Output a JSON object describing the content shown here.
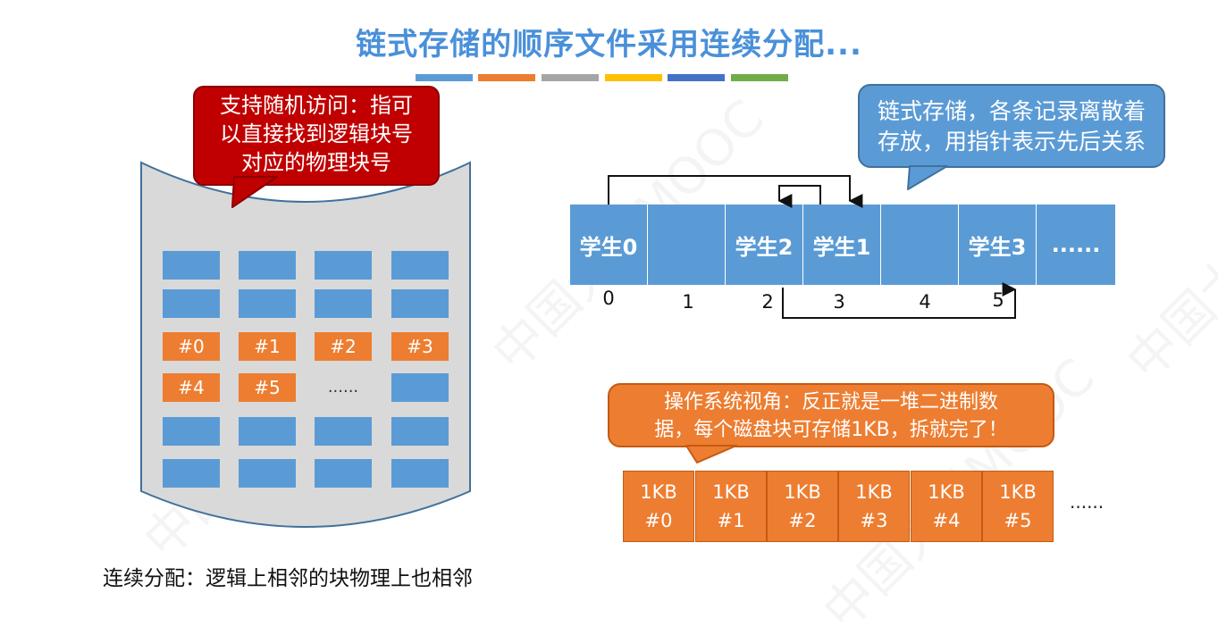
{
  "title": "链式存储的顺序文件采用连续分配...",
  "colors": {
    "accent_blue": "#5b9bd5",
    "accent_orange": "#ed7d31",
    "accent_red": "#c00000",
    "title_blue": "#4a90d9"
  },
  "color_bars": [
    "#5b9bd5",
    "#ed7d31",
    "#a5a5a5",
    "#ffc000",
    "#4472c4",
    "#70ad47"
  ],
  "watermark": "中国大学MOOC",
  "callout_red": {
    "lines": [
      "支持随机访问：指可",
      "以直接找到逻辑块号",
      "对应的物理块号"
    ]
  },
  "callout_blue": {
    "lines": [
      "链式存储，各条记录离散着",
      "存放，用指针表示先后关系"
    ]
  },
  "callout_orange": {
    "lines": [
      "操作系统视角：反正就是一堆二进制数",
      "据，每个磁盘块可存储1KB，拆就完了！"
    ]
  },
  "disk_grid": {
    "rows": [
      [
        "",
        "",
        "",
        ""
      ],
      [
        "",
        "",
        "",
        ""
      ],
      [
        "#0",
        "#1",
        "#2",
        "#3"
      ],
      [
        "#4",
        "#5",
        "......",
        ""
      ],
      [
        "",
        "",
        "",
        ""
      ],
      [
        "",
        "",
        "",
        ""
      ]
    ],
    "orange_cells": [
      "2-0",
      "2-1",
      "2-2",
      "2-3",
      "3-0",
      "3-1"
    ]
  },
  "records": {
    "cells": [
      "学生0",
      "",
      "学生2",
      "学生1",
      "",
      "学生3",
      "......"
    ],
    "indices": [
      "0",
      "1",
      "2",
      "3",
      "4",
      "5"
    ]
  },
  "kb_blocks": [
    {
      "size": "1KB",
      "id": "#0"
    },
    {
      "size": "1KB",
      "id": "#1"
    },
    {
      "size": "1KB",
      "id": "#2"
    },
    {
      "size": "1KB",
      "id": "#3"
    },
    {
      "size": "1KB",
      "id": "#4"
    },
    {
      "size": "1KB",
      "id": "#5"
    }
  ],
  "kb_more": "......",
  "bottom_note": "连续分配：逻辑上相邻的块物理上也相邻"
}
